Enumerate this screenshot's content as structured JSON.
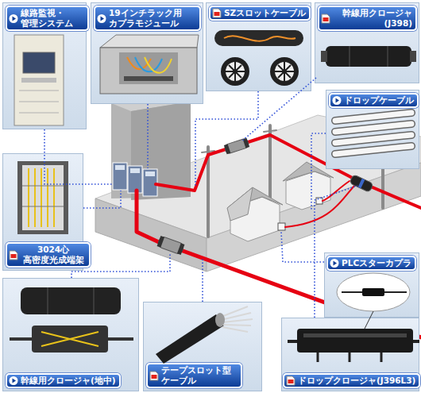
{
  "diagram": {
    "nodes": [
      {
        "text": [
          "線路監視・ 管理システム"
        ]
      },
      {
        "text": [
          "19インチラック用 カプラモジュール"
        ]
      },
      {
        "text": [
          "SZスロットケーブル"
        ]
      },
      {
        "text": [
          "幹線用クロージャ (J398)"
        ]
      },
      {
        "text": [
          "ドロップケーブル"
        ]
      },
      {
        "text": [
          "3024心 高密度光成端架"
        ]
      },
      {
        "text": [
          "PLCスターカプラ"
        ]
      },
      {
        "text": [
          "幹線用クロージャ(地中)"
        ]
      },
      {
        "text": [
          "テープスロット型 ケーブル"
        ]
      },
      {
        "text": [
          "ドロップクロージャ(J396L3)"
        ]
      }
    ]
  }
}
